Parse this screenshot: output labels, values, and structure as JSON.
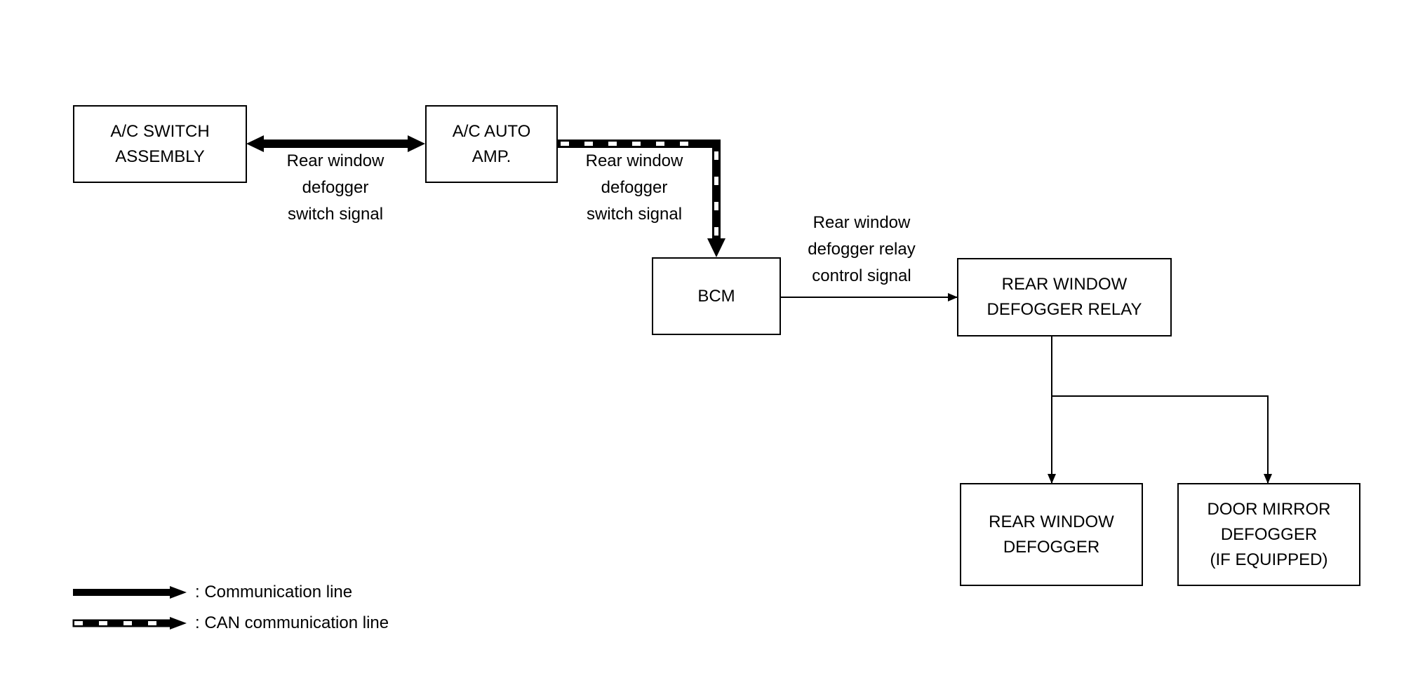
{
  "diagram": {
    "nodes": {
      "ac_switch": [
        "A/C SWITCH",
        "ASSEMBLY"
      ],
      "ac_auto_amp": [
        "A/C AUTO",
        "AMP."
      ],
      "bcm": [
        "BCM"
      ],
      "relay": [
        "REAR WINDOW",
        "DEFOGGER RELAY"
      ],
      "rear_defogger": [
        "REAR WINDOW",
        "DEFOGGER"
      ],
      "mirror_defogger": [
        "DOOR MIRROR",
        "DEFOGGER",
        "(IF EQUIPPED)"
      ]
    },
    "edges": {
      "switch_to_amp": [
        "Rear window",
        "defogger",
        "switch signal"
      ],
      "amp_to_bcm": [
        "Rear window",
        "defogger",
        "switch signal"
      ],
      "bcm_to_relay": [
        "Rear window",
        "defogger relay",
        "control signal"
      ]
    },
    "edge_types": {
      "switch_to_amp": "communication-line-bidirectional",
      "amp_to_bcm": "can-communication-line",
      "bcm_to_relay": "signal-line",
      "relay_to_rear_defogger": "signal-line",
      "relay_to_mirror_defogger": "signal-line"
    }
  },
  "legend": {
    "communication": ": Communication line",
    "can": ": CAN communication line"
  }
}
